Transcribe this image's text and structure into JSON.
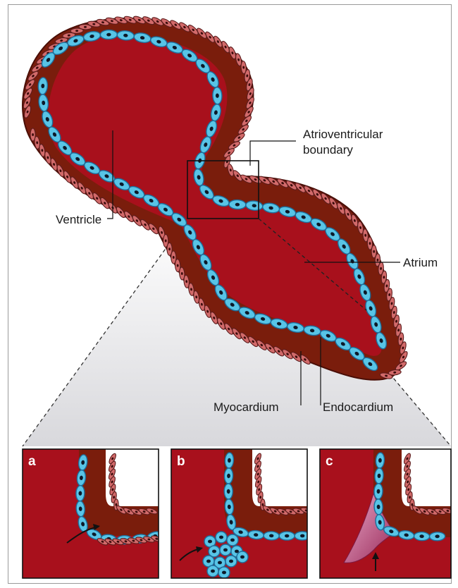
{
  "labels": {
    "ventricle": "Ventricle",
    "atrioventricular_line1": "Atrioventricular",
    "atrioventricular_line2": "boundary",
    "atrium": "Atrium",
    "myocardium": "Myocardium",
    "endocardium": "Endocardium"
  },
  "panels": [
    {
      "letter": "a"
    },
    {
      "letter": "b"
    },
    {
      "letter": "c"
    }
  ],
  "colors": {
    "tissue_dark": "#7a1d0c",
    "tissue_fill": "#a8101c",
    "endocardial_cell": "#58c4e6",
    "myocardial_cell": "#d26a6a",
    "cushion": "#c05a8a"
  }
}
